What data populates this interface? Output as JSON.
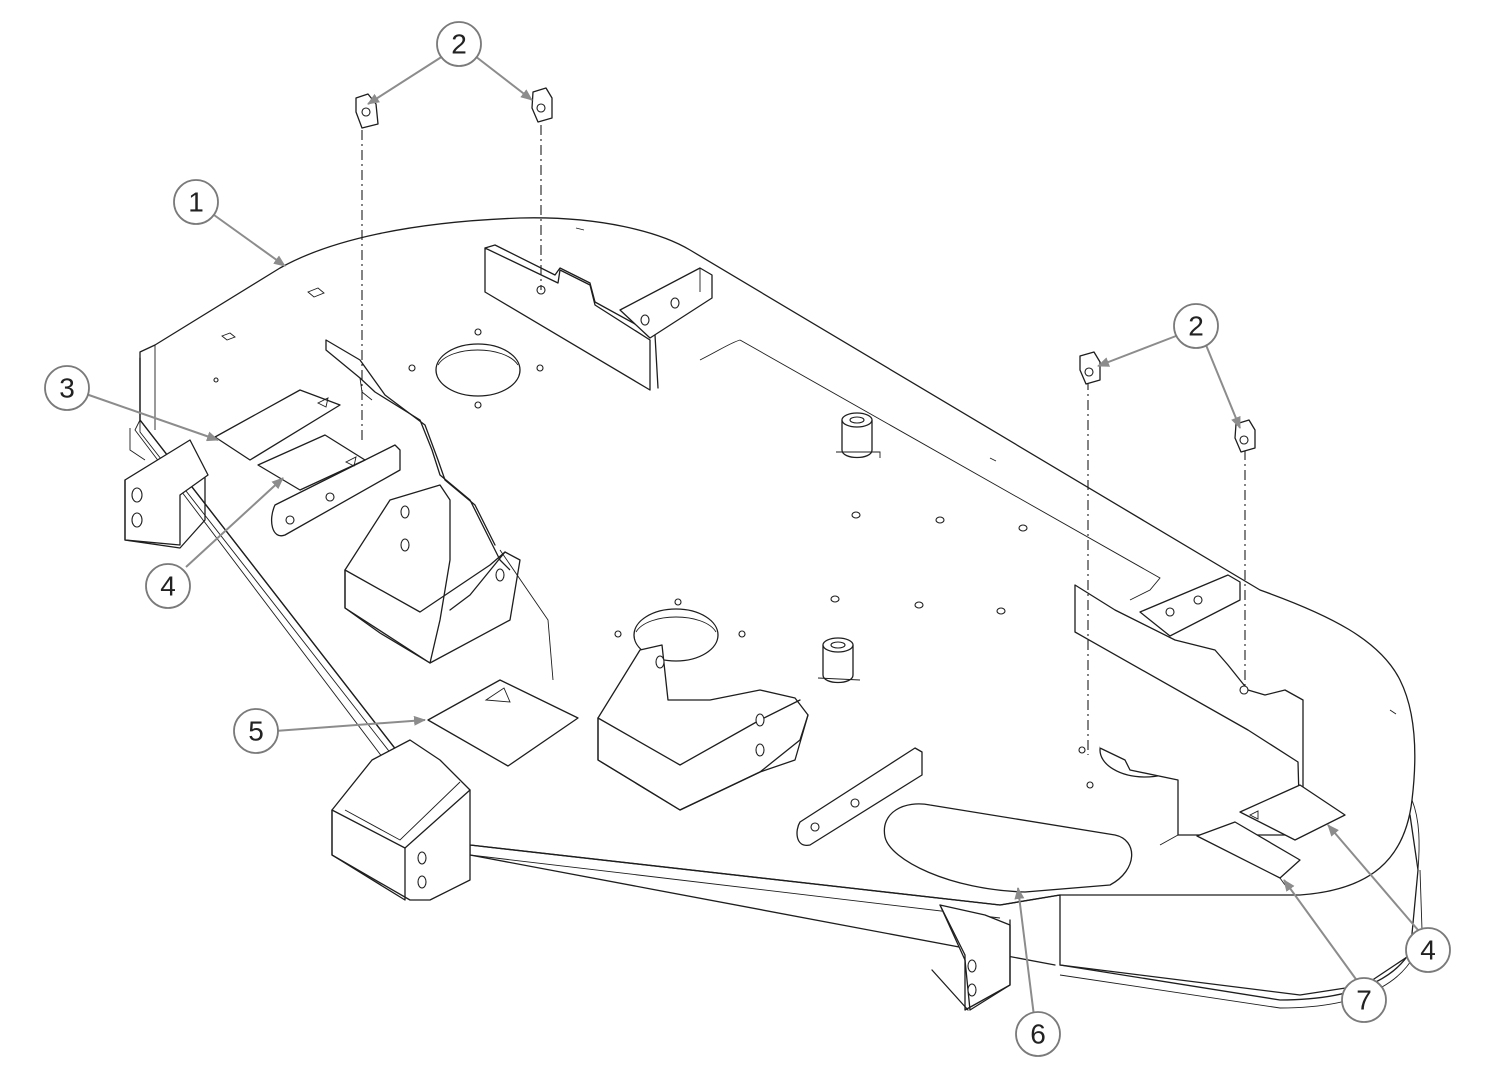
{
  "callouts": [
    {
      "id": "c1",
      "label": "1"
    },
    {
      "id": "c2a",
      "label": "2"
    },
    {
      "id": "c2b",
      "label": "2"
    },
    {
      "id": "c3",
      "label": "3"
    },
    {
      "id": "c4a",
      "label": "4"
    },
    {
      "id": "c4b",
      "label": "4"
    },
    {
      "id": "c5",
      "label": "5"
    },
    {
      "id": "c6",
      "label": "6"
    },
    {
      "id": "c7",
      "label": "7"
    }
  ],
  "colors": {
    "line": "#1e1e1e",
    "leader": "#8c8c8c",
    "bubble_stroke": "#7a7a7a"
  }
}
